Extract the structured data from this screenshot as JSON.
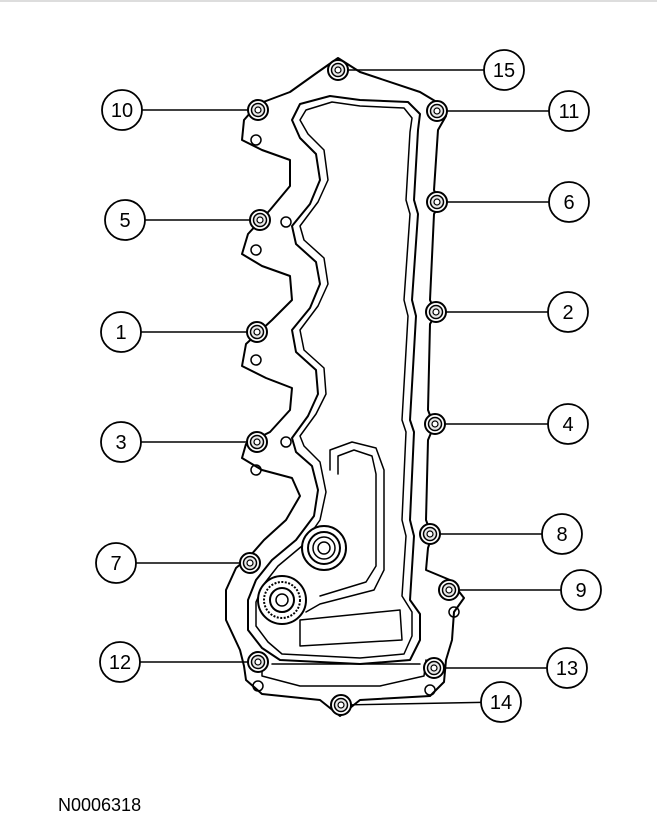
{
  "figure_id": "N0006318",
  "callouts": [
    "1",
    "2",
    "3",
    "4",
    "5",
    "6",
    "7",
    "8",
    "9",
    "10",
    "11",
    "12",
    "13",
    "14",
    "15"
  ],
  "colors": {
    "ink": "#000000",
    "paper": "#ffffff",
    "bolt_fill": "#e8e8e8"
  }
}
